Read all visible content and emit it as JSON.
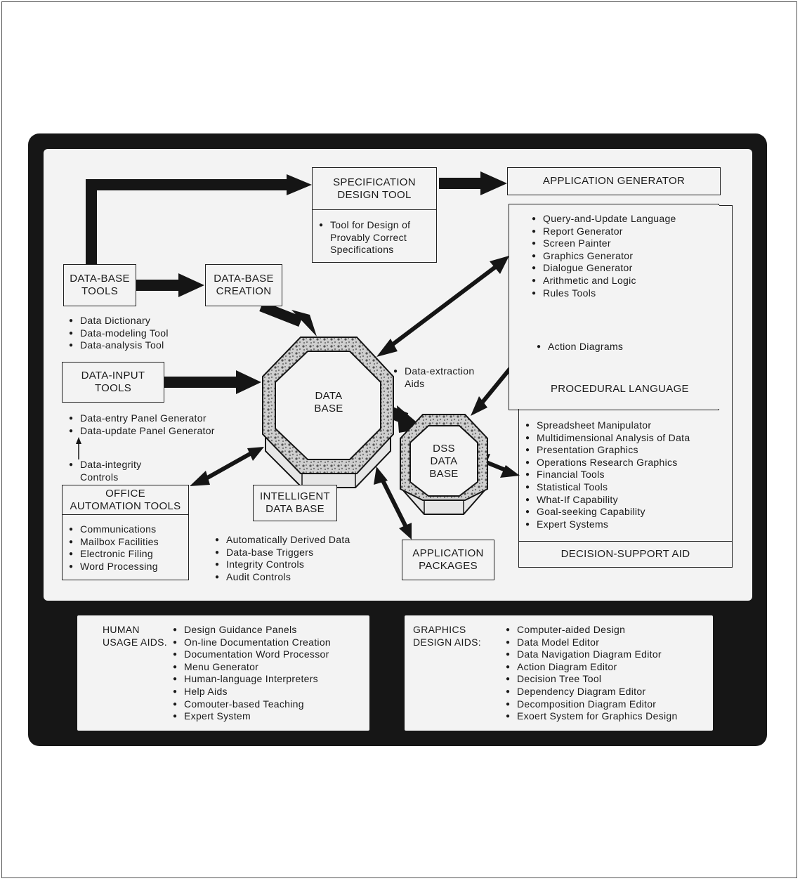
{
  "spec_tool": {
    "title": [
      "SPECIFICATION",
      "DESIGN TOOL"
    ],
    "items": [
      "Tool for Design of"
    ],
    "items_cont": [
      "Provably Correct",
      "Specifications"
    ]
  },
  "app_gen": {
    "title": "APPLICATION GENERATOR",
    "items": [
      "Query-and-Update Language",
      "Report Generator",
      "Screen Painter",
      "Graphics Generator",
      "Dialogue Generator",
      "Arithmetic and Logic",
      "Rules Tools"
    ],
    "action": "Action Diagrams",
    "procedural": "PROCEDURAL LANGUAGE"
  },
  "db_tools": {
    "title": [
      "DATA-BASE",
      "TOOLS"
    ],
    "items": [
      "Data Dictionary",
      "Data-modeling Tool",
      "Data-analysis Tool"
    ]
  },
  "db_creation": {
    "title": [
      "DATA-BASE",
      "CREATION"
    ]
  },
  "data_input": {
    "title": [
      "DATA-INPUT",
      "TOOLS"
    ],
    "items": [
      "Data-entry Panel Generator",
      "Data-update Panel Generator"
    ],
    "integrity": [
      "Data-integrity",
      "Controls"
    ]
  },
  "data_base": {
    "label": [
      "DATA",
      "BASE"
    ],
    "extraction": "Data-extraction",
    "extraction_2": "Aids"
  },
  "dss": {
    "label": [
      "DSS",
      "DATA",
      "BASE"
    ]
  },
  "decision_support": {
    "items": [
      "Spreadsheet Manipulator",
      "Multidimensional Analysis of Data",
      "Presentation Graphics",
      "Operations Research Graphics",
      "Financial Tools",
      "Statistical Tools",
      "What-If Capability",
      "Goal-seeking Capability",
      "Expert Systems"
    ],
    "title": "DECISION-SUPPORT AID"
  },
  "office": {
    "title": [
      "OFFICE",
      "AUTOMATION TOOLS"
    ],
    "items": [
      "Communications",
      "Mailbox Facilities",
      "Electronic Filing",
      "Word Processing"
    ]
  },
  "intelligent_db": {
    "title": [
      "INTELLIGENT",
      "DATA BASE"
    ],
    "items": [
      "Automatically Derived Data",
      "Data-base Triggers",
      "Integrity Controls",
      "Audit Controls"
    ]
  },
  "app_packages": {
    "title": [
      "APPLICATION",
      "PACKAGES"
    ]
  },
  "human_usage": {
    "title": [
      "HUMAN",
      "USAGE AIDS."
    ],
    "items": [
      "Design Guidance Panels",
      "On-line Documentation Creation",
      "Documentation Word Processor",
      "Menu Generator",
      "Human-language Interpreters",
      "Help Aids",
      "Comouter-based Teaching",
      "Expert System"
    ]
  },
  "graphics_design": {
    "title": [
      "GRAPHICS",
      "DESIGN AIDS:"
    ],
    "items": [
      "Computer-aided Design",
      "Data Model Editor",
      "Data Navigation Diagram Editor",
      "Action Diagram Editor",
      "Decision Tree Tool",
      "Dependency Diagram Editor",
      "Decomposition Diagram Editor",
      "Exoert System for Graphics Design"
    ]
  }
}
